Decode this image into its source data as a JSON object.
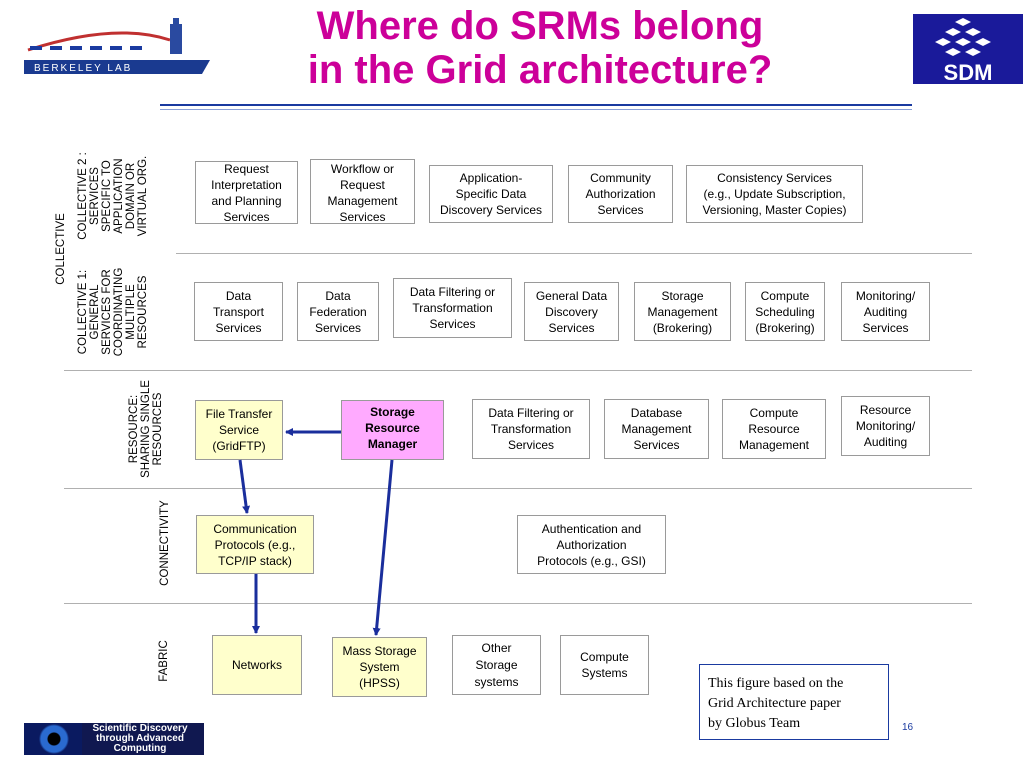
{
  "slide": {
    "title_line1": "Where do SRMs belong",
    "title_line2": "in the Grid architecture?",
    "page_number": "16",
    "note": "This figure based on the\nGrid Architecture paper\nby Globus Team"
  },
  "logos": {
    "left": {
      "caption": "BERKELEY LAB"
    },
    "right": {
      "caption": "SDM"
    },
    "bottom": {
      "line1": "Scientific Discovery",
      "line2": "through Advanced",
      "line3": "Computing"
    }
  },
  "layers": {
    "collective": "COLLECTIVE",
    "collective2": "COLLECTIVE 2 :\nSERVICES\nSPECIFIC TO\nAPPLICATION\nDOMAIN OR\nVIRTUAL ORG.",
    "collective1": "COLLECTIVE 1:\nGENERAL\nSERVICES FOR\nCOORDINATING\nMULTIPLE\nRESOURCES",
    "resource": "RESOURCE:\nSHARING SINGLE\nRESOURCES",
    "connectivity": "CONNECTIVITY",
    "fabric": "FABRIC"
  },
  "boxes": {
    "c2_1": "Request\nInterpretation\nand Planning\nServices",
    "c2_2": "Workflow or\nRequest\nManagement\nServices",
    "c2_3": "Application-\nSpecific Data\nDiscovery Services",
    "c2_4": "Community\nAuthorization\nServices",
    "c2_5": "Consistency Services\n(e.g., Update Subscription,\nVersioning, Master Copies)",
    "c1_1": "Data\nTransport\nServices",
    "c1_2": "Data\nFederation\nServices",
    "c1_3": "Data Filtering or\nTransformation\nServices",
    "c1_4": "General Data\nDiscovery\nServices",
    "c1_5": "Storage\nManagement\n(Brokering)",
    "c1_6": "Compute\nScheduling\n(Brokering)",
    "c1_7": "Monitoring/\nAuditing\nServices",
    "r_1": "File Transfer\nService\n(GridFTP)",
    "r_2": "Storage\nResource\nManager",
    "r_3": "Data Filtering or\nTransformation\nServices",
    "r_4": "Database\nManagement\nServices",
    "r_5": "Compute\nResource\nManagement",
    "r_6": "Resource\nMonitoring/\nAuditing",
    "conn_1": "Communication\nProtocols (e.g.,\nTCP/IP stack)",
    "conn_2": "Authentication and\nAuthorization\nProtocols (e.g., GSI)",
    "f_1": "Networks",
    "f_2": "Mass Storage\nSystem\n(HPSS)",
    "f_3": "Other\nStorage\nsystems",
    "f_4": "Compute\nSystems"
  },
  "colors": {
    "title": "#cc0099",
    "arrow": "#1a2e9c",
    "highlight_srm": "#ffaaff",
    "highlight_yellow": "#ffffcc"
  }
}
